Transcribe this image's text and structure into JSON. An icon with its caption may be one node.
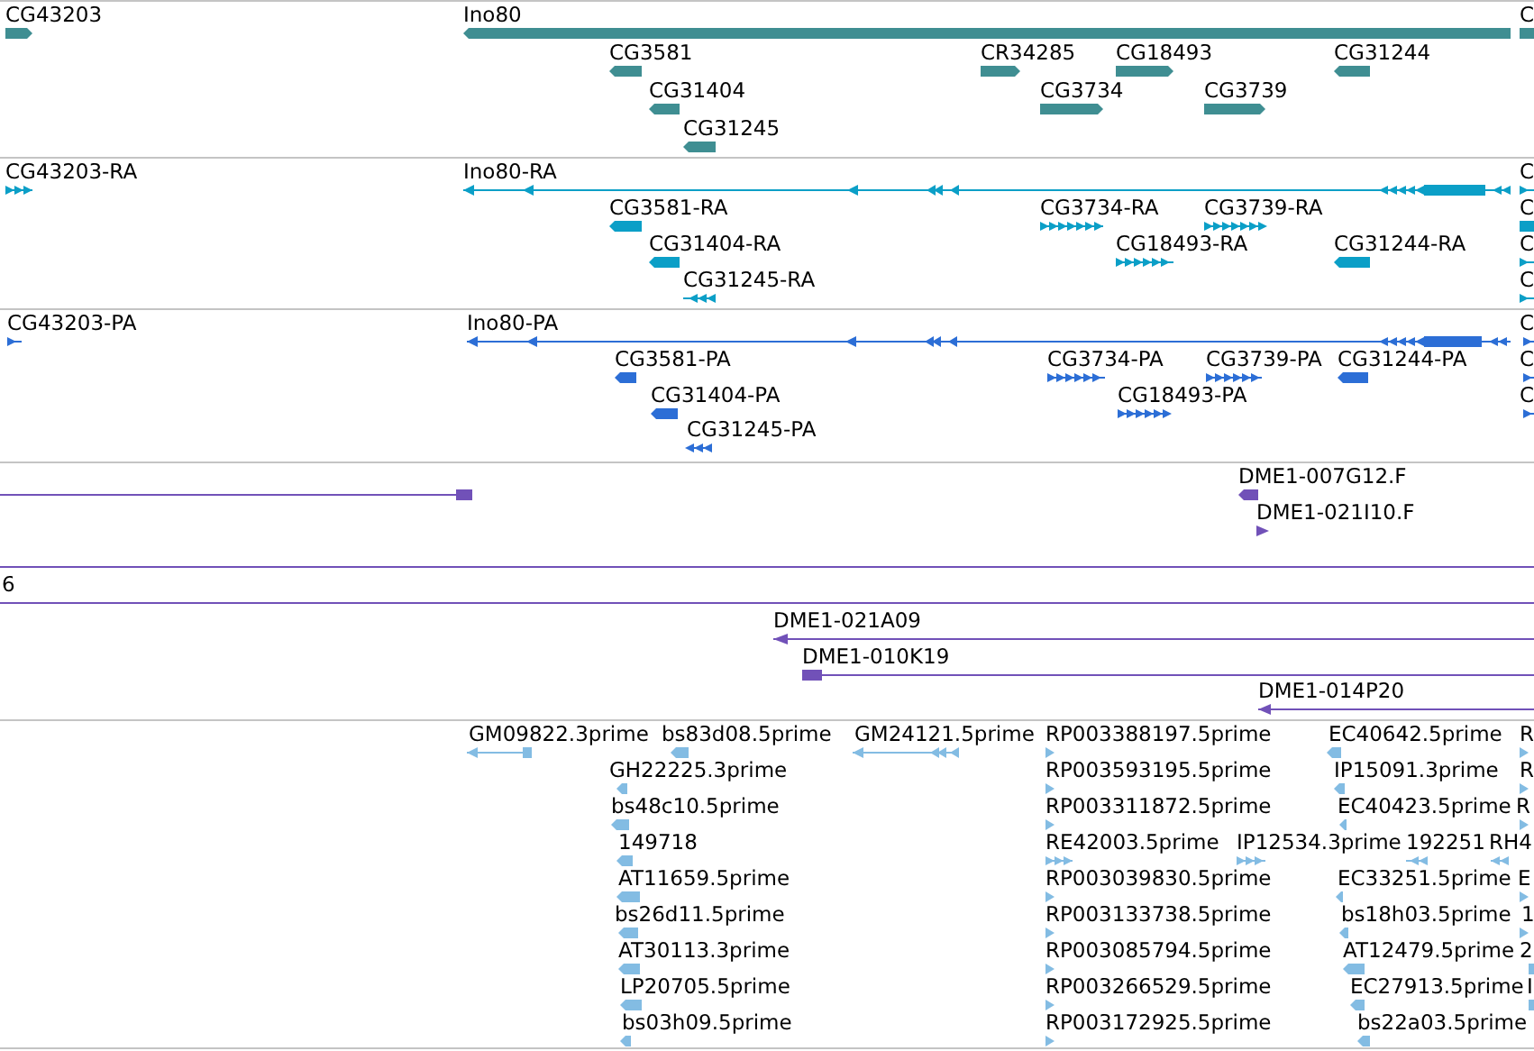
{
  "diagram": {
    "nodes": [
      {
        "text": [
          "CG43203"
        ]
      },
      {
        "text": [
          "Ino80"
        ]
      },
      {
        "text": [
          "C"
        ]
      },
      {
        "text": [
          "CG3581"
        ]
      },
      {
        "text": [
          "CR34285"
        ]
      },
      {
        "text": [
          "CG18493"
        ]
      },
      {
        "text": [
          "CG31244"
        ]
      },
      {
        "text": [
          "CG31404"
        ]
      },
      {
        "text": [
          "CG3734"
        ]
      },
      {
        "text": [
          "CG3739"
        ]
      },
      {
        "text": [
          "CG31245"
        ]
      },
      {
        "text": [
          "CG43203-RA"
        ]
      },
      {
        "text": [
          "Ino80-RA"
        ]
      },
      {
        "text": [
          "C"
        ]
      },
      {
        "text": [
          "CG3581-RA"
        ]
      },
      {
        "text": [
          "CG3734-RA"
        ]
      },
      {
        "text": [
          "CG3739-RA"
        ]
      },
      {
        "text": [
          "C"
        ]
      },
      {
        "text": [
          "CG31404-RA"
        ]
      },
      {
        "text": [
          "CG18493-RA"
        ]
      },
      {
        "text": [
          "CG31244-RA"
        ]
      },
      {
        "text": [
          "C"
        ]
      },
      {
        "text": [
          "CG31245-RA"
        ]
      },
      {
        "text": [
          "C"
        ]
      },
      {
        "text": [
          "CG43203-PA"
        ]
      },
      {
        "text": [
          "Ino80-PA"
        ]
      },
      {
        "text": [
          "C"
        ]
      },
      {
        "text": [
          "CG3581-PA"
        ]
      },
      {
        "text": [
          "CG3734-PA"
        ]
      },
      {
        "text": [
          "CG3739-PA"
        ]
      },
      {
        "text": [
          "CG31244-PA"
        ]
      },
      {
        "text": [
          "C"
        ]
      },
      {
        "text": [
          "CG31404-PA"
        ]
      },
      {
        "text": [
          "CG18493-PA"
        ]
      },
      {
        "text": [
          "C"
        ]
      },
      {
        "text": [
          "CG31245-PA"
        ]
      },
      {
        "text": [],
        "shape": "line"
      },
      {
        "text": [
          "DME1-007G12.F"
        ]
      },
      {
        "text": [
          "DME1-021I10.F"
        ]
      },
      {
        "text": [],
        "shape": "line"
      },
      {
        "text": [
          "6"
        ]
      },
      {
        "text": [
          "DME1-021A09"
        ]
      },
      {
        "text": [
          "DME1-010K19"
        ]
      },
      {
        "text": [
          "DME1-014P20"
        ]
      },
      {
        "text": [
          "GM09822.3prime"
        ]
      },
      {
        "text": [
          "bs83d08.5prime"
        ]
      },
      {
        "text": [
          "GM24121.5prime"
        ]
      },
      {
        "text": [
          "RP003388197.5prime"
        ]
      },
      {
        "text": [
          "EC40642.5prime"
        ]
      },
      {
        "text": [
          "R"
        ]
      },
      {
        "text": [
          "GH22225.3prime"
        ]
      },
      {
        "text": [
          "RP003593195.5prime"
        ]
      },
      {
        "text": [
          "IP15091.3prime"
        ]
      },
      {
        "text": [
          "R"
        ]
      },
      {
        "text": [
          "bs48c10.5prime"
        ]
      },
      {
        "text": [
          "RP003311872.5prime"
        ]
      },
      {
        "text": [
          "EC40423.5prime"
        ]
      },
      {
        "text": [
          "R"
        ]
      },
      {
        "text": [
          "149718"
        ]
      },
      {
        "text": [
          "RE42003.5prime"
        ]
      },
      {
        "text": [
          "IP12534.3prime"
        ]
      },
      {
        "text": [
          "192251"
        ]
      },
      {
        "text": [
          "RH4"
        ]
      },
      {
        "text": [
          "AT11659.5prime"
        ]
      },
      {
        "text": [
          "RP003039830.5prime"
        ]
      },
      {
        "text": [
          "EC33251.5prime"
        ]
      },
      {
        "text": [
          "E"
        ]
      },
      {
        "text": [
          "bs26d11.5prime"
        ]
      },
      {
        "text": [
          "RP003133738.5prime"
        ]
      },
      {
        "text": [
          "bs18h03.5prime"
        ]
      },
      {
        "text": [
          "1"
        ]
      },
      {
        "text": [
          "AT30113.3prime"
        ]
      },
      {
        "text": [
          "RP003085794.5prime"
        ]
      },
      {
        "text": [
          "AT12479.5prime"
        ]
      },
      {
        "text": [
          "2"
        ]
      },
      {
        "text": [
          "LP20705.5prime"
        ]
      },
      {
        "text": [
          "RP003266529.5prime"
        ]
      },
      {
        "text": [
          "EC27913.5prime"
        ]
      },
      {
        "text": [
          "I"
        ]
      },
      {
        "text": [
          "bs03h09.5prime"
        ]
      },
      {
        "text": [
          "RP003172925.5prime"
        ]
      },
      {
        "text": [
          "bs22a03.5prime"
        ]
      }
    ]
  }
}
